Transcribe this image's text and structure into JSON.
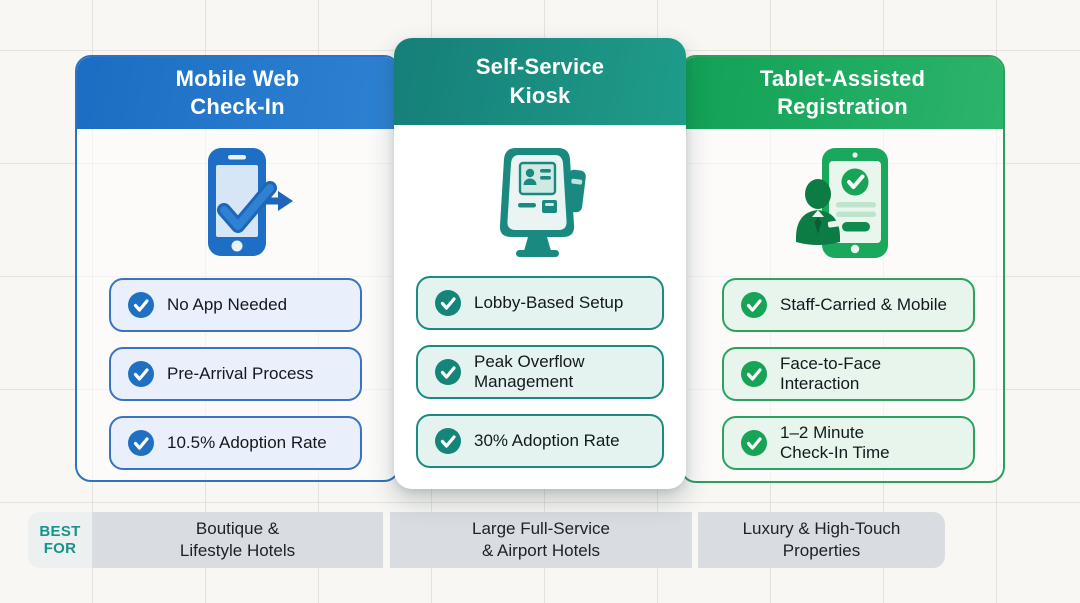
{
  "page": {
    "type": "hotel check-in methods comparison infographic"
  },
  "columns": [
    {
      "title": "Mobile Web\nCheck-In",
      "icon": "smartphone-checkmark-icon",
      "accent_color": "#1f6fc2",
      "header_gradient": [
        "#1b6dc3",
        "#2e82d2"
      ],
      "pill_bg": "#eaf0fb",
      "pill_border": "#3a72c4",
      "features": [
        "No App Needed",
        "Pre-Arrival Process",
        "10.5% Adoption Rate"
      ],
      "best_for": "Boutique &\nLifestyle Hotels"
    },
    {
      "title": "Self-Service\nKiosk",
      "icon": "kiosk-icon",
      "accent_color": "#148578",
      "header_gradient": [
        "#157f78",
        "#1f9c89"
      ],
      "pill_bg": "#e4f3f0",
      "pill_border": "#1b8b81",
      "features": [
        "Lobby-Based Setup",
        "Peak Overflow\nManagement",
        "30% Adoption Rate"
      ],
      "best_for": "Large Full-Service\n& Airport Hotels"
    },
    {
      "title": "Tablet-Assisted\nRegistration",
      "icon": "tablet-staff-icon",
      "accent_color": "#17a457",
      "header_gradient": [
        "#11a156",
        "#2cb46a"
      ],
      "pill_bg": "#e7f5ec",
      "pill_border": "#2ba25f",
      "features": [
        "Staff-Carried & Mobile",
        "Face-to-Face Interaction",
        "1–2 Minute\nCheck-In Time"
      ],
      "best_for": "Luxury & High-Touch\nProperties"
    }
  ],
  "footer": {
    "label": "BEST\nFOR"
  }
}
